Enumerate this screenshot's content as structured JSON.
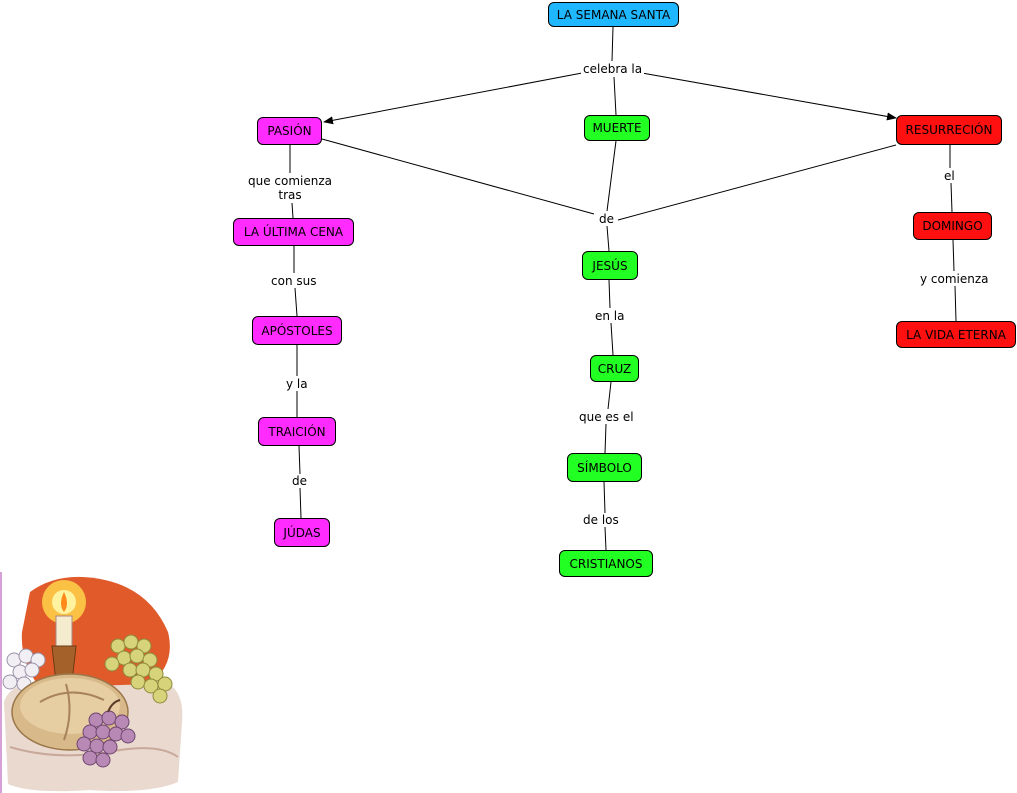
{
  "colors": {
    "blue": "#1fb7ff",
    "magenta": "#ff2bff",
    "green": "#22ff22",
    "red": "#ff1010"
  },
  "nodes": {
    "semana_santa": "LA SEMANA SANTA",
    "pasion": "PASIÓN",
    "muerte": "MUERTE",
    "resurreccion": "RESURRECIÓN",
    "ultima_cena": "LA ÚLTIMA CENA",
    "apostoles": "APÓSTOLES",
    "traicion": "TRAICIÓN",
    "judas": "JÚDAS",
    "jesus": "JESÚS",
    "cruz": "CRUZ",
    "simbolo": "SÍMBOLO",
    "cristianos": "CRISTIANOS",
    "domingo": "DOMINGO",
    "vida_eterna": "LA VIDA ETERNA"
  },
  "links": {
    "celebra_la": "celebra la",
    "que_comienza_tras": "que comienza\ntras",
    "con_sus": "con sus",
    "y_la": "y la",
    "de_judas": "de",
    "de_jesus": "de",
    "en_la": "en la",
    "que_es_el": "que es el",
    "de_los": "de los",
    "el": "el",
    "y_comienza": "y comienza"
  },
  "illustration": {
    "icon": "last-supper-bread-grapes-candle-icon"
  }
}
